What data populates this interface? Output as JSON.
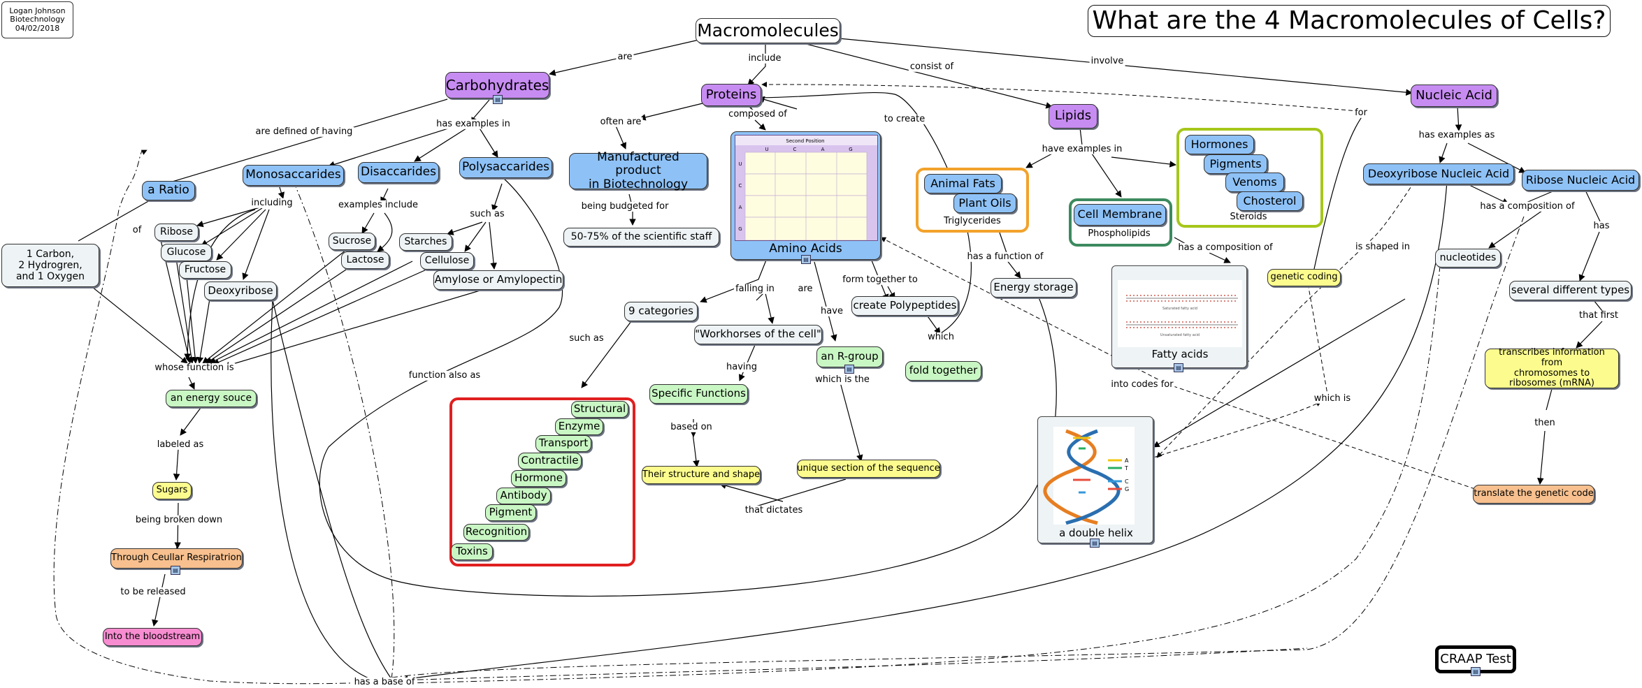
{
  "title": "What are the 4 Macromolecules of Cells?",
  "author_box": {
    "name": "Logan Johnson",
    "subject": "Biotechnology",
    "date": "04/02/2018"
  },
  "nodes": {
    "macromolecules": "Macromolecules",
    "carbohydrates": "Carbohydrates",
    "proteins": "Proteins",
    "lipids": "Lipids",
    "nucleic_acid": "Nucleic Acid",
    "a_ratio": "a Ratio",
    "ratio_detail": "1 Carbon,\n2 Hydrogren,\nand 1 Oxygen",
    "monosaccharides": "Monosaccarides",
    "disaccharides": "Disaccarides",
    "polysaccharides": "Polysaccarides",
    "ribose": "Ribose",
    "glucose": "Glucose",
    "fructose": "Fructose",
    "deoxyribose": "Deoxyribose",
    "sucrose": "Sucrose",
    "lactose": "Lactose",
    "starches": "Starches",
    "cellulose": "Cellulose",
    "amylose": "Amylose or Amylopectin",
    "energy_souce": "an energy souce",
    "sugars": "Sugars",
    "cellular_resp": "Through Ceullar Respiratrion",
    "bloodstream": "Into the bloodstream",
    "manufactured": "Manufactured product\nin Biotechnology",
    "staff": "50-75% of the scientific staff",
    "amino_acids": "Amino Acids",
    "nine_categories": "9 categories",
    "workhorses": "\"Workhorses of the cell\"",
    "specific_functions": "Specific Functions",
    "structure_shape": "Their structure and shape",
    "r_group": "an R-group",
    "unique_section": "unique section of the sequence",
    "create_polypeptides": "create Polypeptides",
    "fold_together": "fold together",
    "animal_fats": "Animal Fats",
    "plant_oils": "Plant Oils",
    "cell_membrane": "Cell Membrane",
    "hormones": "Hormones",
    "pigments": "Pigments",
    "venoms": "Venoms",
    "chosterol": "Chosterol",
    "energy_storage": "Energy storage",
    "fatty_acids": "Fatty acids",
    "dna": "Deoxyribose Nucleic Acid",
    "rna": "Ribose Nucleic Acid",
    "nucleotides": "nucleotides",
    "several_types": "several different types",
    "transcribes": "transcribes information from\nchromosomes to\nribosomes (mRNA)",
    "translate": "translate the genetic code",
    "genetic_coding": "genetic coding",
    "double_helix": "a double helix",
    "craap": "CRAAP Test"
  },
  "protein_categories": [
    "Structural",
    "Enzyme",
    "Transport",
    "Contractile",
    "Hormone",
    "Antibody",
    "Pigment",
    "Recognition",
    "Toxins"
  ],
  "groups": {
    "triglycerides": "Triglycerides",
    "phospholipids": "Phospholipids",
    "steroids": "Steroids"
  },
  "links": {
    "are": "are",
    "include": "include",
    "consist_of": "consist of",
    "involve": "involve",
    "defined_by": "are defined of having",
    "has_examples_in": "has examples in",
    "of": "of",
    "including": "including",
    "examples_include": "examples include",
    "such_as_poly": "such as",
    "whose_function": "whose function is",
    "labeled_as": "labeled as",
    "being_broken_down": "being broken down",
    "to_be_released": "to be released",
    "function_also_as": "function also as",
    "has_a_base_of": "has a base of",
    "often_are": "often are",
    "being_budgeted": "being budgeted for",
    "composed_of": "composed of",
    "to_create": "to create",
    "falling_in": "falling in",
    "are_amino": "are",
    "have_amino": "have",
    "form_together": "form together to",
    "such_as_cat": "such as",
    "having": "having",
    "based_on": "based on",
    "which_is_the": "which is the",
    "that_dictates": "that dictates",
    "which": "which",
    "have_examples_in": "have examples in",
    "has_a_function_of": "has a function of",
    "has_a_composition_of_lipid": "has a composition of",
    "for": "for",
    "has_examples_as": "has examples as",
    "has_a_composition_of_na": "has a composition of",
    "has": "has",
    "is_shaped_in": "is shaped in",
    "that_first": "that first",
    "then": "then",
    "into_codes_for": "into codes for",
    "which_is": "which is"
  },
  "codon_table": {
    "header": "Second Position",
    "cols": [
      "U",
      "C",
      "A",
      "G"
    ],
    "rows": [
      "U",
      "C",
      "A",
      "G"
    ]
  },
  "fatty_acid_captions": [
    "Saturated fatty acid",
    "Unsaturated fatty acid"
  ],
  "helix_legend": [
    "A",
    "T",
    "C",
    "G"
  ],
  "colors": {
    "purple": "#c78cf2",
    "blue": "#8ec2f7",
    "pale": "#eef3f5",
    "green": "#c9f7c4",
    "yellow": "#fcfc8e",
    "orange": "#f7c08e",
    "pink": "#f78cd1",
    "triglyceride_border": "#f2a22b",
    "phospholipid_border": "#3c8a5e",
    "steroid_border": "#a6c71a",
    "category_border": "#e01f1f"
  }
}
